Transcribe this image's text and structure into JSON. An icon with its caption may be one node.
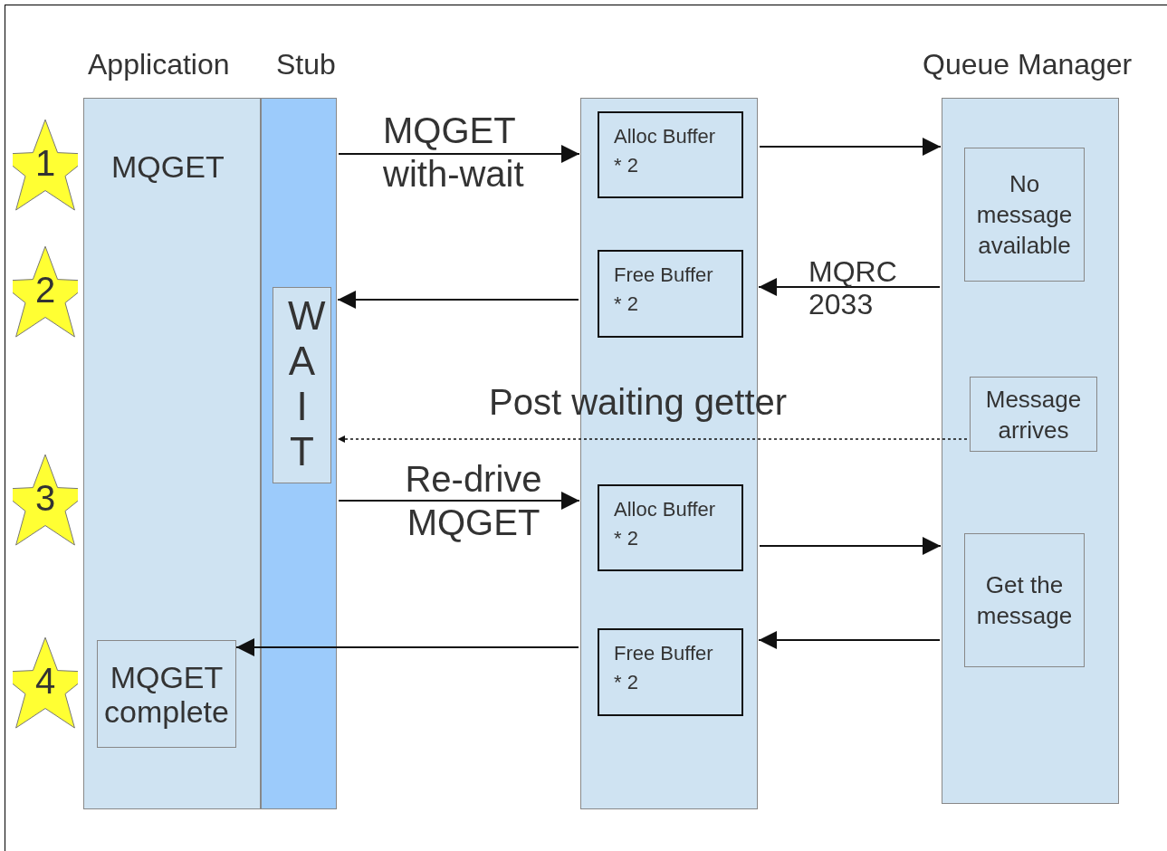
{
  "diagram": {
    "nodes": [
      {
        "text": [
          "Application",
          "MQGET"
        ]
      },
      {
        "text": [
          "Stub"
        ]
      },
      {
        "text": [
          "WAIT"
        ],
        "in": 1
      },
      {
        "text": [
          "MQGET complete"
        ],
        "in": 0
      },
      {
        "text": [],
        "shape": "box"
      },
      {
        "text": [
          "Alloc Buffer * 2"
        ],
        "in": 4
      },
      {
        "text": [
          "Free Buffer * 2"
        ],
        "in": 4
      },
      {
        "text": [
          "Alloc Buffer * 2"
        ],
        "in": 4
      },
      {
        "text": [
          "Free Buffer * 2"
        ],
        "in": 4
      },
      {
        "text": [
          "Queue Manager"
        ]
      },
      {
        "text": [
          "No message available"
        ],
        "in": 9
      },
      {
        "text": [
          "Message arrives"
        ],
        "in": 9
      },
      {
        "text": [
          "Get the message"
        ],
        "in": 9
      },
      {
        "text": [
          "1"
        ]
      },
      {
        "text": [
          "2"
        ]
      },
      {
        "text": [
          "3"
        ]
      },
      {
        "text": [
          "4"
        ]
      }
    ],
    "edges": [
      {
        "from": 1,
        "to": 4,
        "arrow": "to",
        "label": "MQGET with-wait"
      },
      {
        "from": 4,
        "to": 9,
        "arrow": "to"
      },
      {
        "from": 9,
        "to": 4,
        "arrow": "to",
        "label": "MQRC 2033"
      },
      {
        "from": 4,
        "to": 1,
        "arrow": "to"
      },
      {
        "from": 11,
        "to": 1,
        "arrow": "to",
        "style": "dashed",
        "label": "Post waiting getter"
      },
      {
        "from": 1,
        "to": 4,
        "arrow": "to",
        "label": "Re-drive MQGET"
      },
      {
        "from": 4,
        "to": 9,
        "arrow": "to"
      },
      {
        "from": 9,
        "to": 4,
        "arrow": "to"
      },
      {
        "from": 4,
        "to": 3,
        "arrow": "to"
      }
    ]
  }
}
